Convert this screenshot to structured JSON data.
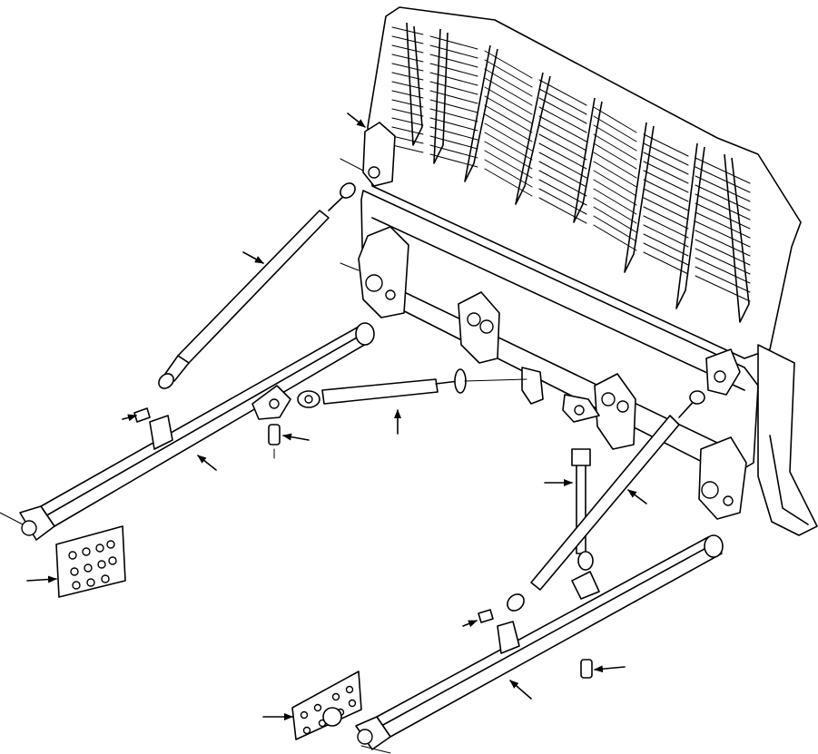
{
  "colors": {
    "line": "#000000",
    "background": "#ffffff"
  },
  "parts": [
    "blade",
    "tilt-cylinder",
    "brace",
    "left-push-arm",
    "right-push-arm",
    "left-lift-cylinder",
    "right-lift-cylinder",
    "pin",
    "plate"
  ]
}
